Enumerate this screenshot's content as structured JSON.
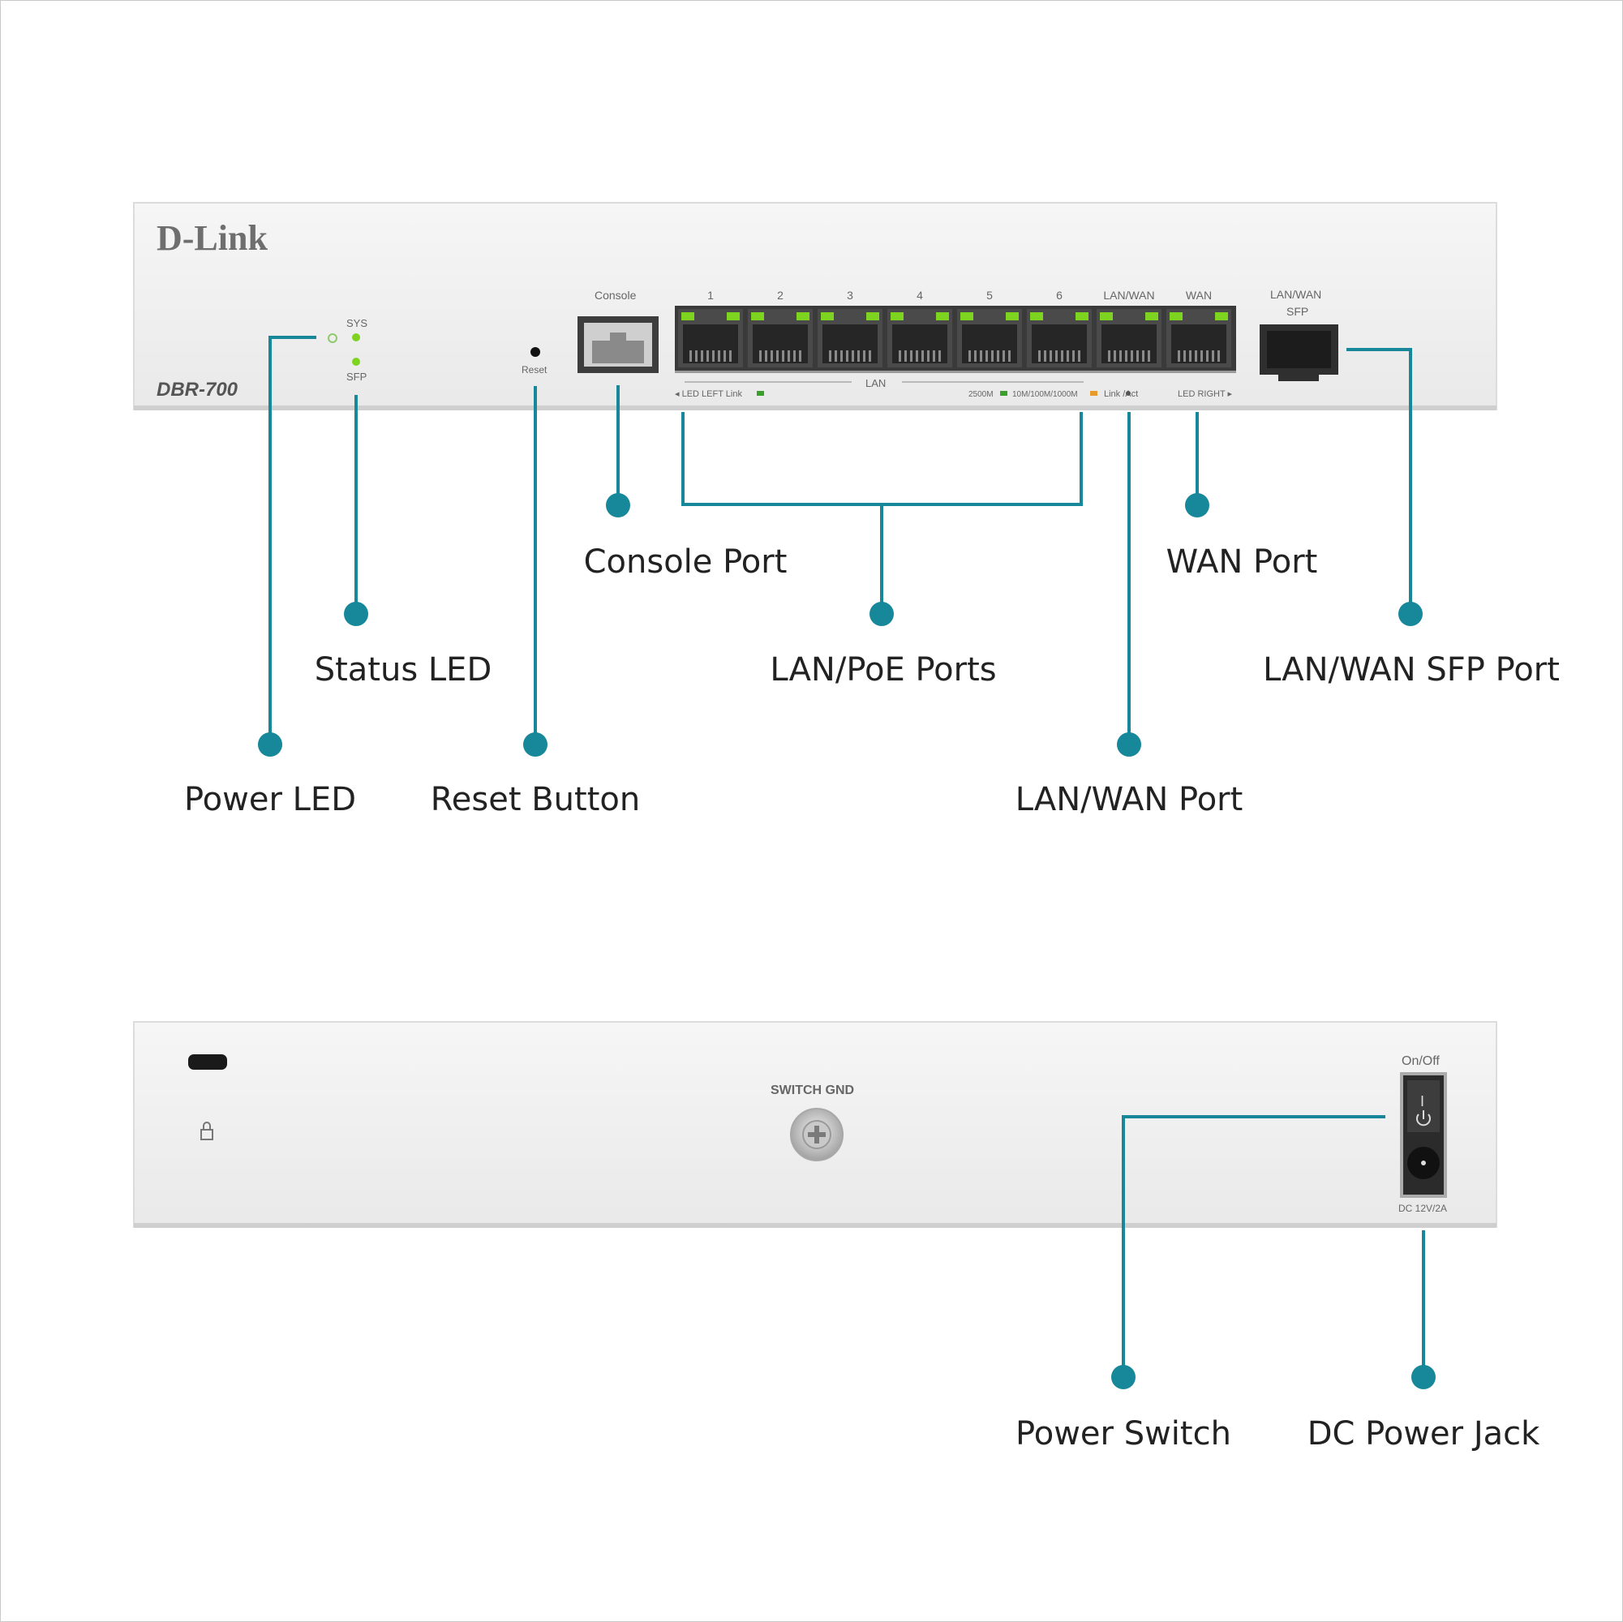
{
  "front_panel": {
    "brand": "D-Link",
    "model": "DBR-700",
    "sys_label": "SYS",
    "sfp_label": "SFP",
    "reset_label": "Reset",
    "console_label": "Console",
    "port_numbers": [
      "1",
      "2",
      "3",
      "4",
      "5",
      "6",
      "LAN/WAN",
      "WAN"
    ],
    "sfp_port_label_line1": "LAN/WAN",
    "sfp_port_label_line2": "SFP",
    "lan_group_label": "LAN",
    "legend_left": "◂ LED LEFT   Link",
    "legend_speed_2500": "2500M",
    "legend_speed_other": "10M/100M/1000M",
    "legend_link_act": "Link   /Act",
    "legend_right": "LED RIGHT ▸"
  },
  "rear_panel": {
    "ground_label": "SWITCH GND",
    "switch_label": "On/Off",
    "switch_on_glyph": "I",
    "dc_label": "DC 12V/2A"
  },
  "callouts": {
    "power_led": "Power LED",
    "status_led": "Status LED",
    "reset_button": "Reset Button",
    "console_port": "Console Port",
    "lan_poe_ports": "LAN/PoE Ports",
    "wan_port": "WAN Port",
    "lan_wan_port": "LAN/WAN Port",
    "lan_wan_sfp_port": "LAN/WAN SFP Port",
    "power_switch": "Power Switch",
    "dc_power_jack": "DC Power Jack"
  },
  "colors": {
    "callout": "#17879a",
    "led_green": "#7ed321",
    "panel": "#efefef"
  }
}
